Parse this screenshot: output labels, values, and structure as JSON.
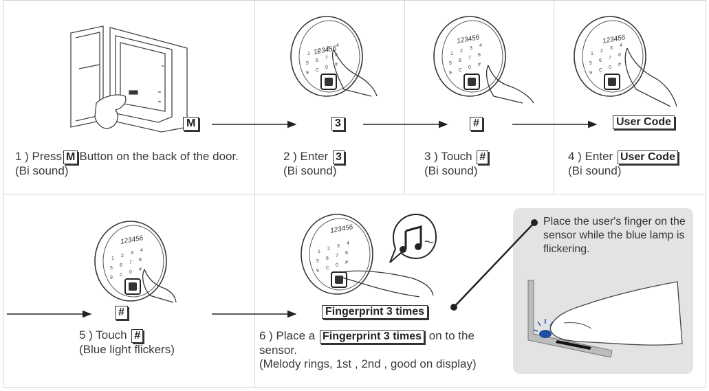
{
  "steps": {
    "s1": {
      "pre": "1 ) Press",
      "key": "M",
      "post": "Button on the back of the door.",
      "sub": "(Bi sound)"
    },
    "s2": {
      "pre": "2 ) Enter",
      "key": "3",
      "sub": "(Bi sound)"
    },
    "s3": {
      "pre": "3 ) Touch",
      "key": "#",
      "sub": "(Bi sound)"
    },
    "s4": {
      "pre": "4 ) Enter",
      "key": "User Code",
      "sub": "(Bi sound)"
    },
    "s5": {
      "pre": "5 ) Touch",
      "key": "#",
      "sub": "(Blue light flickers)"
    },
    "s6": {
      "pre": "6 ) Place a",
      "key": "Fingerprint 3 times",
      "post": "on to the",
      "line2": "sensor.",
      "line3": "(Melody rings, 1st , 2nd , good on display)"
    }
  },
  "callouts": {
    "c1": "M",
    "c2": "3",
    "c3": "#",
    "c4": "User Code",
    "c5": "#",
    "c6": "Fingerprint 3 times"
  },
  "keypad": {
    "display": "123456",
    "keys": [
      "1",
      "2",
      "3",
      "4",
      "5",
      "6",
      "7",
      "8",
      "9",
      "C",
      "0",
      "#"
    ]
  },
  "tip": {
    "text": "Place the user's finger on the sensor while the blue lamp is flickering."
  },
  "colors": {
    "blue_lamp": "#1e4fa0",
    "tip_bg": "#e3e3e3"
  }
}
